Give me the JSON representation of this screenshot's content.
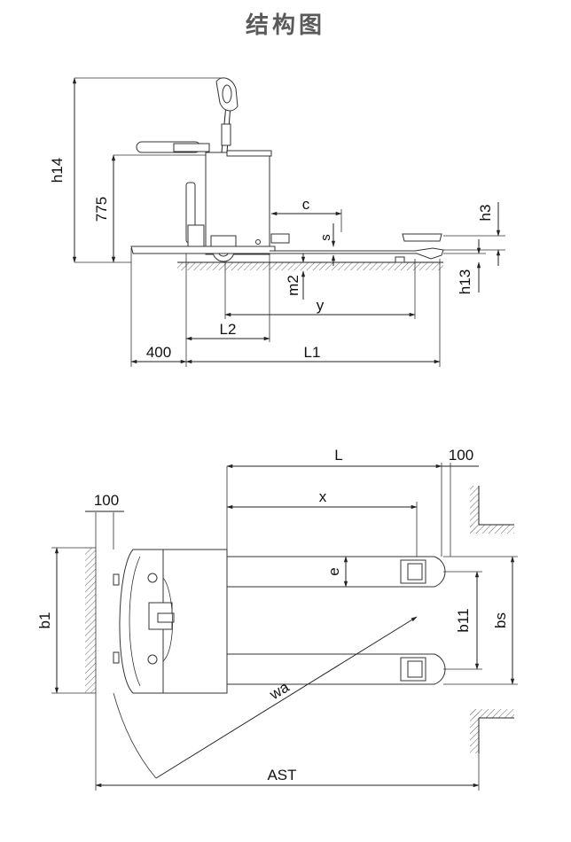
{
  "title": "结构图",
  "side_view": {
    "labels": {
      "h14": "h14",
      "775": "775",
      "c": "c",
      "h3": "h3",
      "s": "s",
      "m2": "m2",
      "h13": "h13",
      "y": "y",
      "L2": "L2",
      "400": "400",
      "L1": "L1"
    }
  },
  "top_view": {
    "labels": {
      "L": "L",
      "100_right": "100",
      "x": "x",
      "100_left": "100",
      "e": "e",
      "b1": "b1",
      "b11": "b11",
      "bs": "bs",
      "wa": "wa",
      "AST": "AST"
    }
  }
}
